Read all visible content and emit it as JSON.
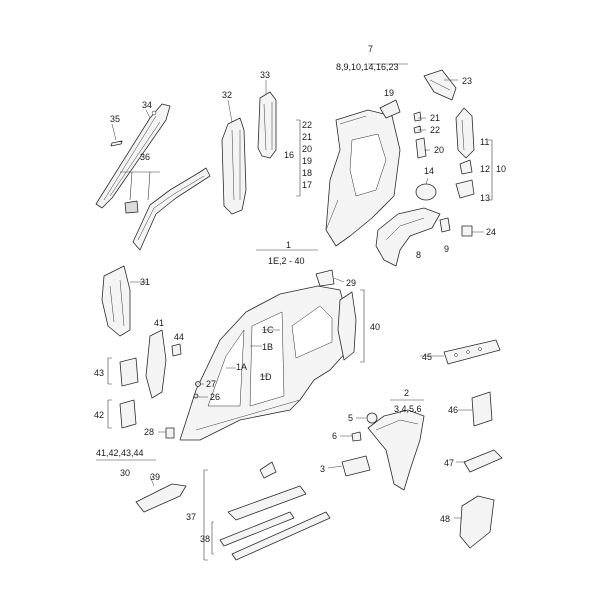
{
  "diagram": {
    "labels": {
      "p7": "7",
      "p7_sub": "8,9,10,14,16,23",
      "p23": "23",
      "p35": "35",
      "p34": "34",
      "p32": "32",
      "p33": "33",
      "p36": "36",
      "p19": "19",
      "p22a": "22",
      "p21a": "21",
      "p20a": "20",
      "p19b": "19",
      "p18": "18",
      "p17": "17",
      "p16": "16",
      "p21b": "21",
      "p22b": "22",
      "p20b": "20",
      "p11": "11",
      "p12": "12",
      "p10": "10",
      "p13": "13",
      "p14": "14",
      "p9": "9",
      "p8": "8",
      "p24": "24",
      "p1": "1",
      "p1_sub": "1E,2 - 40",
      "p29": "29",
      "p31": "31",
      "p1C": "1C",
      "p1B": "1B",
      "p40": "40",
      "p1A": "1A",
      "p1D": "1D",
      "p41": "41",
      "p44": "44",
      "p43": "43",
      "p27": "27",
      "p26": "26",
      "p42": "42",
      "p28": "28",
      "p45": "45",
      "p2": "2",
      "p2_sub": "3,4,5,6",
      "p5": "5",
      "p6": "6",
      "p46": "46",
      "p30_sub": "41,42,43,44",
      "p30": "30",
      "p3": "3",
      "p47": "47",
      "p39": "39",
      "p37": "37",
      "p38": "38",
      "p48": "48"
    }
  }
}
